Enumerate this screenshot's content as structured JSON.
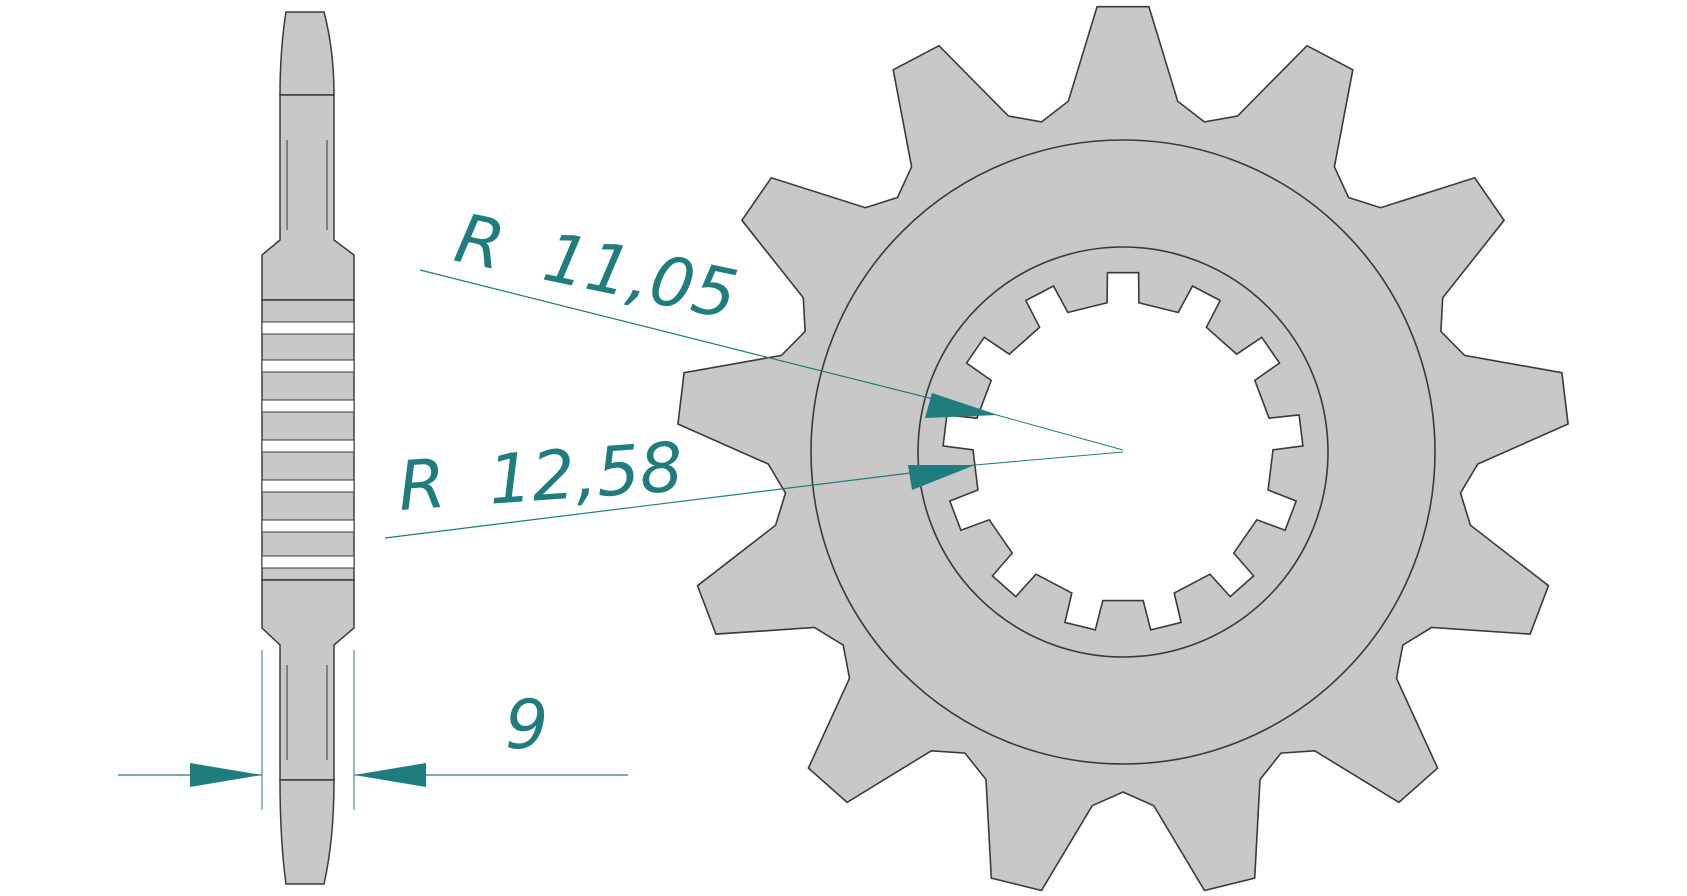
{
  "drawing": {
    "part": "front sprocket",
    "teeth": 13,
    "spline_teeth": 13
  },
  "dimensions": {
    "inner_radius_label": "R  11,05",
    "outer_radius_label": "R  12,58",
    "thickness_label": "9"
  },
  "colors": {
    "part_fill": "#c8c8c8",
    "outline": "#3a3a3a",
    "dimension": "#1f7d7d",
    "background": "#ffffff"
  }
}
